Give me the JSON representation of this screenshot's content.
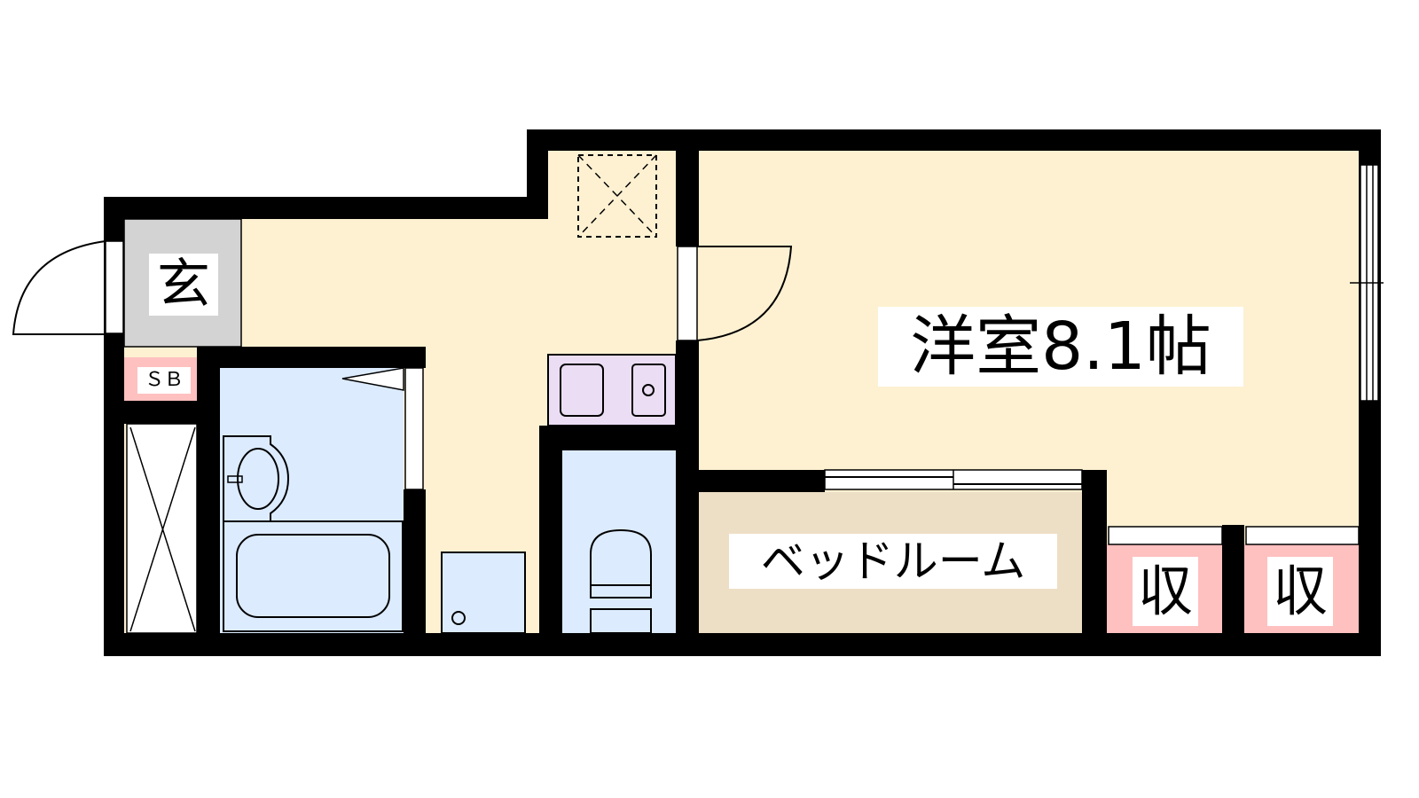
{
  "rooms": {
    "entrance": "玄",
    "shoe_box": "ＳＢ",
    "western_room": "洋室8.1帖",
    "bedroom": "ベッドルーム",
    "storage_1": "収",
    "storage_2": "収"
  },
  "colors": {
    "wall": "#000000",
    "floor": "#FDF1D2",
    "entrance": "#D3D3D3",
    "storage": "#FFC0C0",
    "wet_area": "#DCEBFE",
    "kitchen": "#EBDDF3",
    "bedroom": "#EDDFC6"
  }
}
